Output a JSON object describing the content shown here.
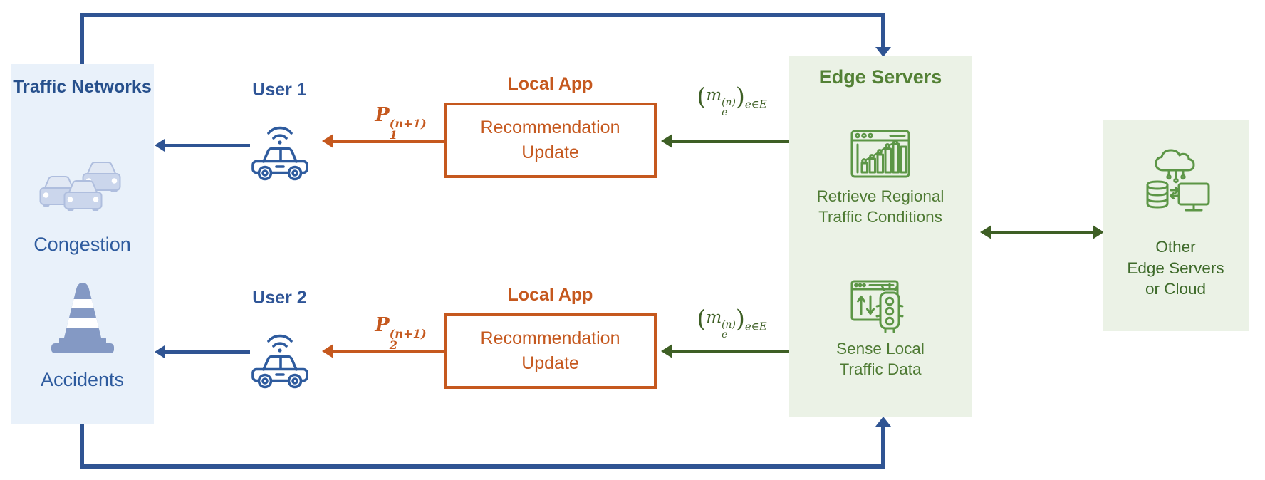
{
  "colors": {
    "blue_arrow": "#2F5493",
    "blue_text": "#2F5597",
    "light_blue_bg": "#E9F1FA",
    "orange": "#C5581E",
    "green_arrow_dark": "#3E5F25",
    "green_title": "#538135",
    "green_text": "#4E7A33",
    "green_icon": "#5C9646",
    "light_green_bg": "#EBF2E6"
  },
  "traffic_panel": {
    "title": "Traffic Networks",
    "congestion_label": "Congestion",
    "accidents_label": "Accidents"
  },
  "users": {
    "user1_label": "User 1",
    "user2_label": "User 2"
  },
  "local_app": {
    "title": "Local App",
    "box_text": "Recommendation Update"
  },
  "math": {
    "p1": {
      "base": "P",
      "sup": "(n+1)",
      "sub": "1"
    },
    "p2": {
      "base": "P",
      "sup": "(n+1)",
      "sub": "2"
    },
    "m": {
      "lparen": "(",
      "base": "m",
      "sup": "(n)",
      "sub": "e",
      "rparen": ")",
      "outer_sub": "e∈E"
    }
  },
  "edge_panel": {
    "title": "Edge Servers",
    "function1": "Retrieve Regional Traffic Conditions",
    "function2": "Sense Local Traffic Data"
  },
  "other_panel": {
    "lines": [
      "Other",
      "Edge Servers",
      "or Cloud"
    ]
  }
}
